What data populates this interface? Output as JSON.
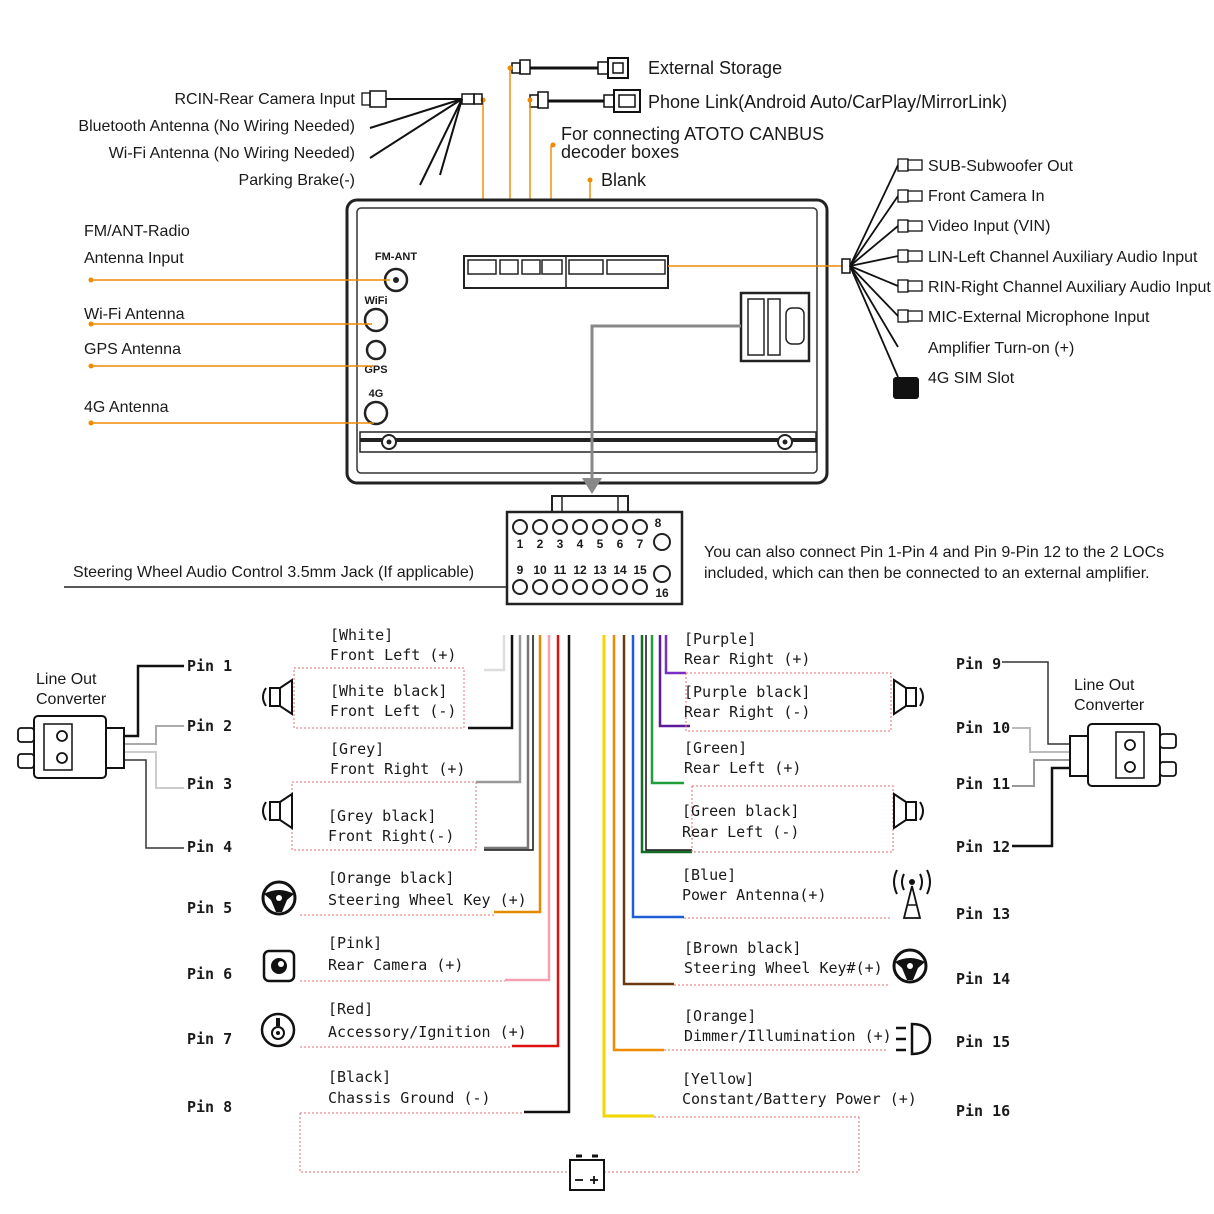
{
  "top_connectors": {
    "external_storage": "External Storage",
    "phone_link": "Phone Link(Android Auto/CarPlay/MirrorLink)",
    "canbus_line1": "For connecting ATOTO CANBUS",
    "canbus_line2": "decoder boxes",
    "blank": "Blank"
  },
  "left_top_wires": {
    "rear_camera": "RCIN-Rear Camera Input",
    "bt_antenna": "Bluetooth Antenna (No Wiring Needed)",
    "wifi_antenna": "Wi-Fi Antenna (No Wiring Needed)",
    "parking_brake": "Parking Brake(-)"
  },
  "left_antennas": {
    "fm_line1": "FM/ANT-Radio",
    "fm_line2": "Antenna Input",
    "wifi": "Wi-Fi Antenna",
    "gps": "GPS Antenna",
    "g4": "4G Antenna"
  },
  "unit_labels": {
    "fm_ant": "FM-ANT",
    "wifi": "WiFi",
    "gps": "GPS",
    "g4": "4G"
  },
  "right_rca": [
    "SUB-Subwoofer Out",
    "Front Camera In",
    "Video Input (VIN)",
    "LIN-Left Channel Auxiliary Audio Input",
    "RIN-Right Channel Auxiliary Audio Input",
    "MIC-External Microphone Input",
    "Amplifier Turn-on (+)",
    "4G SIM Slot"
  ],
  "harness": {
    "steering_jack": "Steering Wheel Audio Control 3.5mm Jack (If applicable)",
    "note_line1": "You can also connect Pin 1-Pin 4 and Pin 9-Pin 12 to the 2 LOCs",
    "note_line2": "included, which can then be connected to an external amplifier.",
    "top_numbers": [
      "1",
      "2",
      "3",
      "4",
      "5",
      "6",
      "7",
      "8"
    ],
    "bottom_numbers": [
      "9",
      "10",
      "11",
      "12",
      "13",
      "14",
      "15",
      "16"
    ]
  },
  "line_out_converter": {
    "line1": "Line Out",
    "line2": "Converter"
  },
  "left_pins": [
    {
      "pin": "Pin 1",
      "color": "[White]",
      "func": "Front Left (+)",
      "wire": "#dddddd"
    },
    {
      "pin": "Pin 2",
      "color": "[White black]",
      "func": "Front Left (-)",
      "wire": "#111111"
    },
    {
      "pin": "Pin 3",
      "color": "[Grey]",
      "func": "Front Right (+)",
      "wire": "#999999"
    },
    {
      "pin": "Pin 4",
      "color": "[Grey black]",
      "func": "Front Right(-)",
      "wire": "#777777"
    },
    {
      "pin": "Pin 5",
      "color": "[Orange black]",
      "func": "Steering Wheel Key (+)",
      "wire": "#e38a00"
    },
    {
      "pin": "Pin 6",
      "color": "[Pink]",
      "func": "Rear Camera (+)",
      "wire": "#f4a0b0"
    },
    {
      "pin": "Pin 7",
      "color": "[Red]",
      "func": "Accessory/Ignition (+)",
      "wire": "#dd1111"
    },
    {
      "pin": "Pin 8",
      "color": "[Black]",
      "func": "Chassis Ground (-)",
      "wire": "#111111"
    }
  ],
  "right_pins": [
    {
      "pin": "Pin 9",
      "color": "[Purple]",
      "func": "Rear Right (+)",
      "wire": "#7a2fc4"
    },
    {
      "pin": "Pin 10",
      "color": "[Purple black]",
      "func": "Rear Right (-)",
      "wire": "#5a1a99"
    },
    {
      "pin": "Pin 11",
      "color": "[Green]",
      "func": "Rear Left (+)",
      "wire": "#1f9e3a"
    },
    {
      "pin": "Pin 12",
      "color": "[Green black]",
      "func": "Rear Left (-)",
      "wire": "#146e28"
    },
    {
      "pin": "Pin 13",
      "color": "[Blue]",
      "func": "Power Antenna(+)",
      "wire": "#1f5fd6"
    },
    {
      "pin": "Pin 14",
      "color": "[Brown black]",
      "func": "Steering Wheel Key#(+)",
      "wire": "#6b3a10"
    },
    {
      "pin": "Pin 15",
      "color": "[Orange]",
      "func": "Dimmer/Illumination (+)",
      "wire": "#f08a00"
    },
    {
      "pin": "Pin 16",
      "color": "[Yellow]",
      "func": "Constant/Battery Power (+)",
      "wire": "#f2d600"
    }
  ],
  "icons": {
    "speaker": "speaker-icon",
    "steering": "steering-wheel-icon",
    "camera": "camera-icon",
    "ignition": "ignition-key-icon",
    "antenna": "antenna-tower-icon",
    "headlight": "headlight-icon",
    "battery": "battery-icon"
  },
  "accent": "#f08a00"
}
